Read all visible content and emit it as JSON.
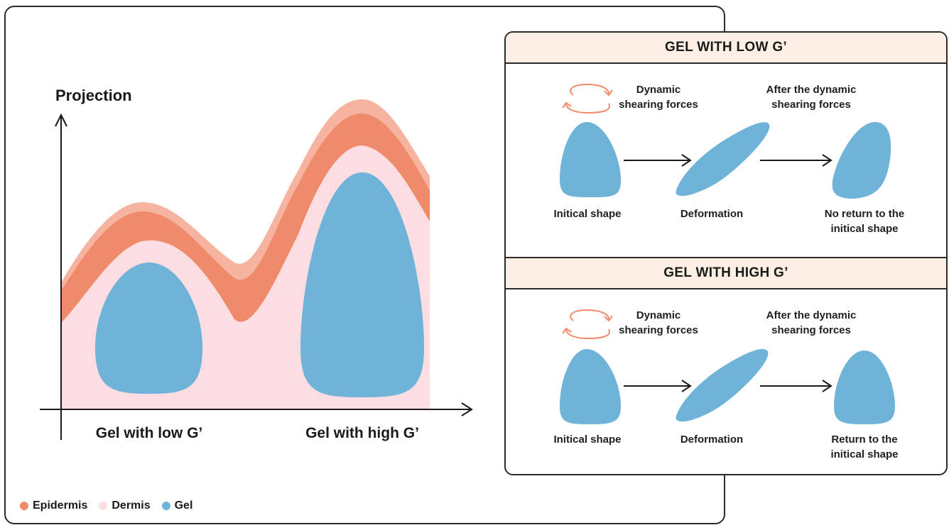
{
  "main_chart": {
    "y_axis_label": "Projection",
    "x_labels": [
      "Gel with low G’",
      "Gel with high G’"
    ]
  },
  "legend": [
    {
      "label": "Epidermis",
      "color": "#ef8a6a"
    },
    {
      "label": "Dermis",
      "color": "#fbdde2"
    },
    {
      "label": "Gel",
      "color": "#6fb3d9"
    }
  ],
  "panels": {
    "low": {
      "title": "GEL WITH LOW G’",
      "forces_label": "Dynamic\nshearing forces",
      "after_label": "After the dynamic\nshearing forces",
      "shape_labels": [
        "Initical shape",
        "Deformation",
        "No return to the\ninitical shape"
      ]
    },
    "high": {
      "title": "GEL WITH HIGH G’",
      "forces_label": "Dynamic\nshearing forces",
      "after_label": "After the dynamic\nshearing forces",
      "shape_labels": [
        "Initical shape",
        "Deformation",
        "Return to the\ninitical shape"
      ]
    }
  },
  "colors": {
    "epidermis": "#ef8a6a",
    "epidermis_light": "#f6b3a0",
    "dermis": "#fbdde2",
    "gel": "#6fb3d9",
    "rotate_arrow": "#ef8a6a",
    "header_bg": "#fcefe3"
  }
}
